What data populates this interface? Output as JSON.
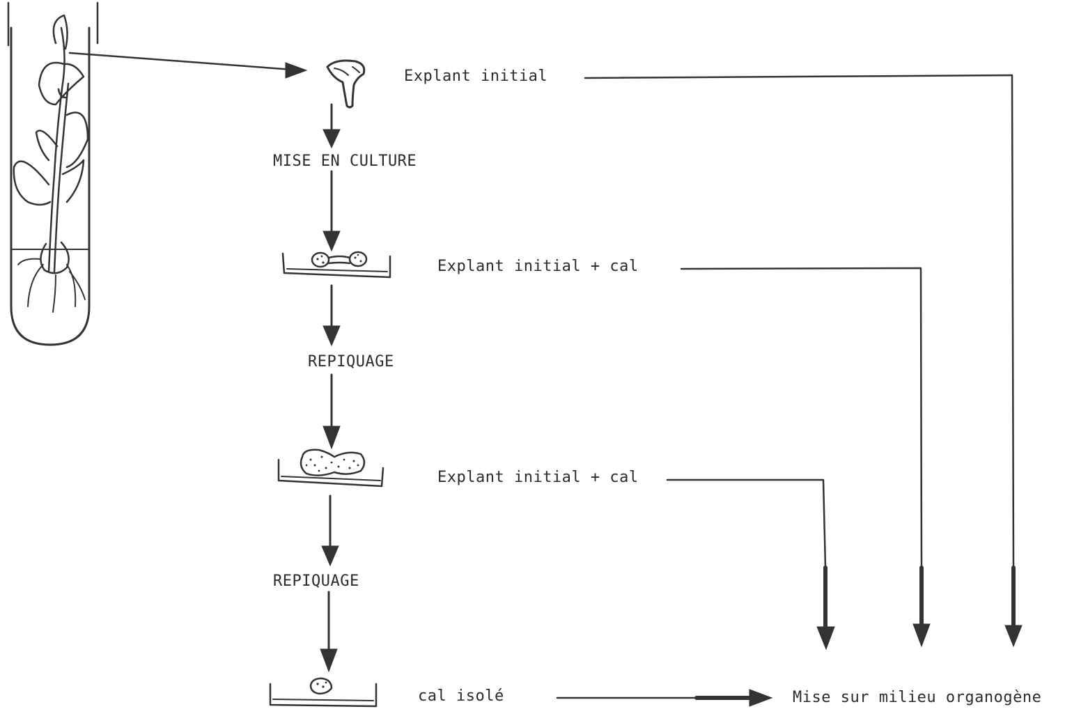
{
  "labels": {
    "explant_initial": "Explant initial",
    "mise_en_culture": "MISE EN CULTURE",
    "explant_cal_1": "Explant initial + cal",
    "repiquage_1": "REPIQUAGE",
    "explant_cal_2": "Explant initial + cal",
    "repiquage_2": "REPIQUAGE",
    "cal_isole": "cal isolé",
    "mise_sur_milieu": "Mise sur milieu organogène"
  },
  "colors": {
    "ink": "#333333",
    "paper": "#ffffff"
  }
}
